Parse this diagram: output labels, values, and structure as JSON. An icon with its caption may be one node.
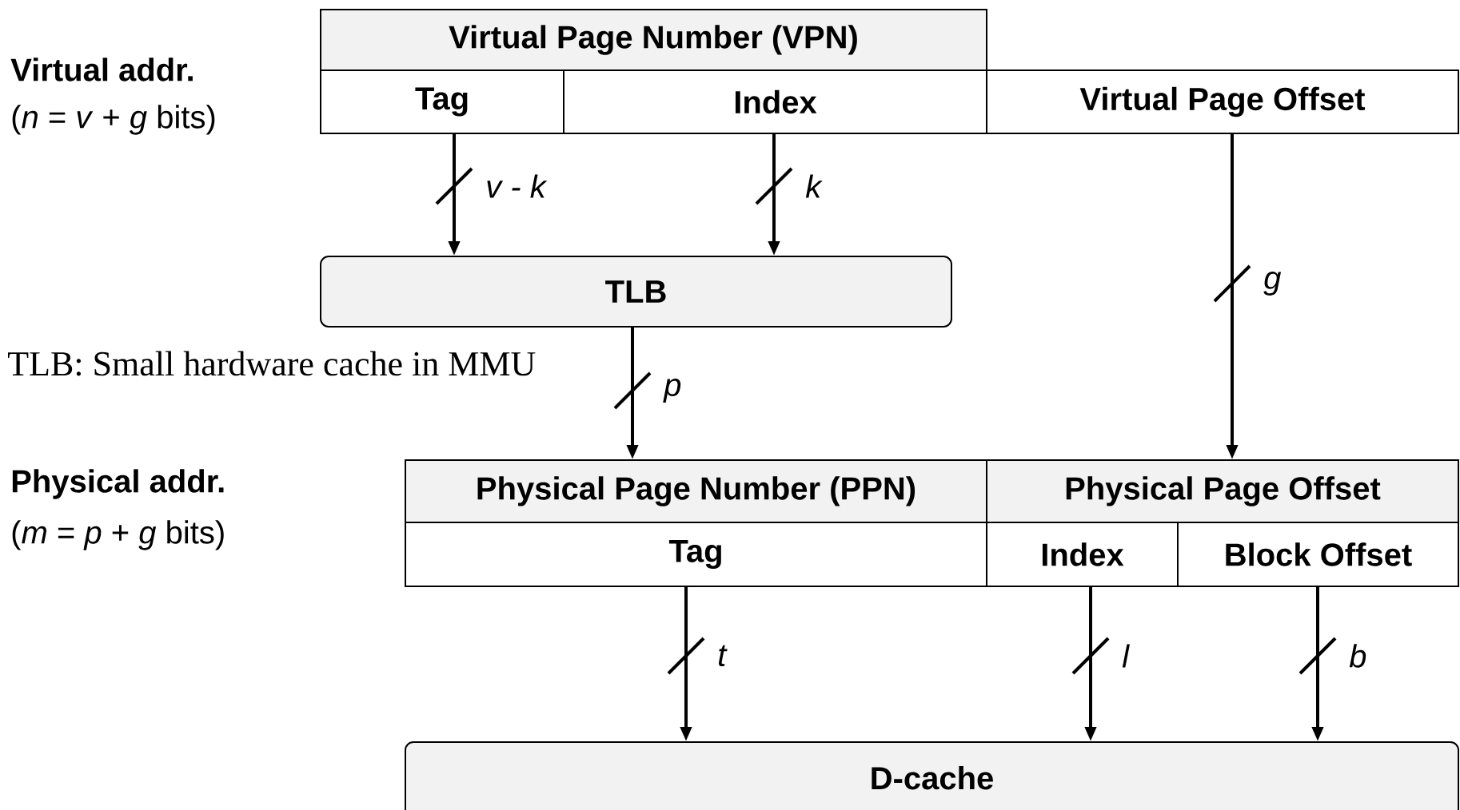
{
  "diagram": {
    "nodes": [
      {
        "text": [
          "Virtual Page Number (VPN)"
        ]
      },
      {
        "text": [
          "Tag"
        ]
      },
      {
        "text": [
          "Index"
        ]
      },
      {
        "text": [
          "Virtual Page Offset"
        ]
      },
      {
        "text": [
          "TLB"
        ]
      },
      {
        "text": [
          "Physical Page Number (PPN)"
        ]
      },
      {
        "text": [
          "Physical Page Offset"
        ]
      },
      {
        "text": [
          "Tag"
        ]
      },
      {
        "text": [
          "Index"
        ]
      },
      {
        "text": [
          "Block Offset"
        ]
      },
      {
        "text": [
          "D-cache"
        ]
      }
    ],
    "edges": [
      {
        "from": 1,
        "to": 4,
        "arrow": "to",
        "label": "v - k"
      },
      {
        "from": 2,
        "to": 4,
        "arrow": "to",
        "label": "k"
      },
      {
        "from": 3,
        "to": 6,
        "arrow": "to",
        "label": "g"
      },
      {
        "from": 4,
        "to": 5,
        "arrow": "to",
        "label": "p"
      },
      {
        "from": 7,
        "to": 10,
        "arrow": "to",
        "label": "t"
      },
      {
        "from": 8,
        "to": 10,
        "arrow": "to",
        "label": "l"
      },
      {
        "from": 9,
        "to": 10,
        "arrow": "to",
        "label": "b"
      }
    ],
    "labels": [
      "Virtual addr.",
      "(*n* = *v* + *g* bits)",
      "TLB: Small hardware cache in MMU",
      "Physical addr.",
      "(*m* = *p* + *g* bits)"
    ]
  }
}
